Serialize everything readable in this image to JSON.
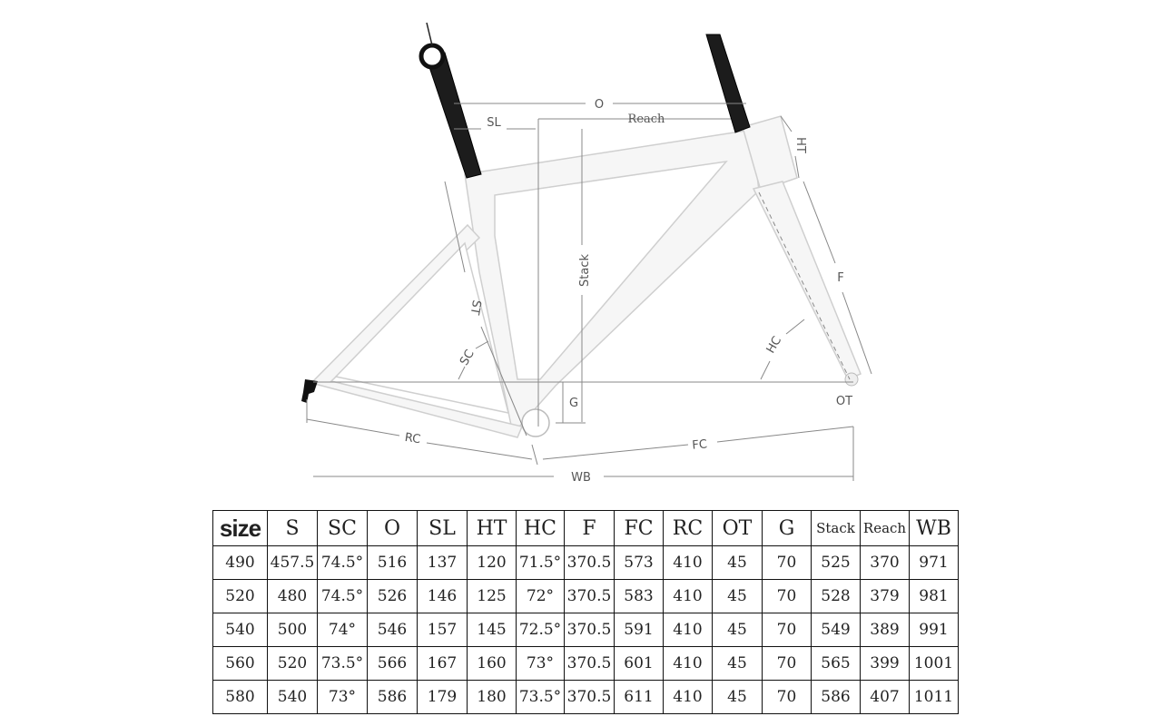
{
  "diagram": {
    "labels": {
      "o": "O",
      "sl": "SL",
      "reach": "Reach",
      "ht": "HT",
      "stack": "Stack",
      "f": "F",
      "st": "ST",
      "sc": "SC",
      "hc": "HC",
      "g": "G",
      "ot": "OT",
      "rc": "RC",
      "fc": "FC",
      "wb": "WB"
    }
  },
  "table": {
    "headers": [
      "size",
      "S",
      "SC",
      "O",
      "SL",
      "HT",
      "HC",
      "F",
      "FC",
      "RC",
      "OT",
      "G",
      "Stack",
      "Reach",
      "WB"
    ],
    "rows": [
      [
        "490",
        "457.5",
        "74.5°",
        "516",
        "137",
        "120",
        "71.5°",
        "370.5",
        "573",
        "410",
        "45",
        "70",
        "525",
        "370",
        "971"
      ],
      [
        "520",
        "480",
        "74.5°",
        "526",
        "146",
        "125",
        "72°",
        "370.5",
        "583",
        "410",
        "45",
        "70",
        "528",
        "379",
        "981"
      ],
      [
        "540",
        "500",
        "74°",
        "546",
        "157",
        "145",
        "72.5°",
        "370.5",
        "591",
        "410",
        "45",
        "70",
        "549",
        "389",
        "991"
      ],
      [
        "560",
        "520",
        "73.5°",
        "566",
        "167",
        "160",
        "73°",
        "370.5",
        "601",
        "410",
        "45",
        "70",
        "565",
        "399",
        "1001"
      ],
      [
        "580",
        "540",
        "73°",
        "586",
        "179",
        "180",
        "73.5°",
        "370.5",
        "611",
        "410",
        "45",
        "70",
        "586",
        "407",
        "1011"
      ]
    ]
  }
}
